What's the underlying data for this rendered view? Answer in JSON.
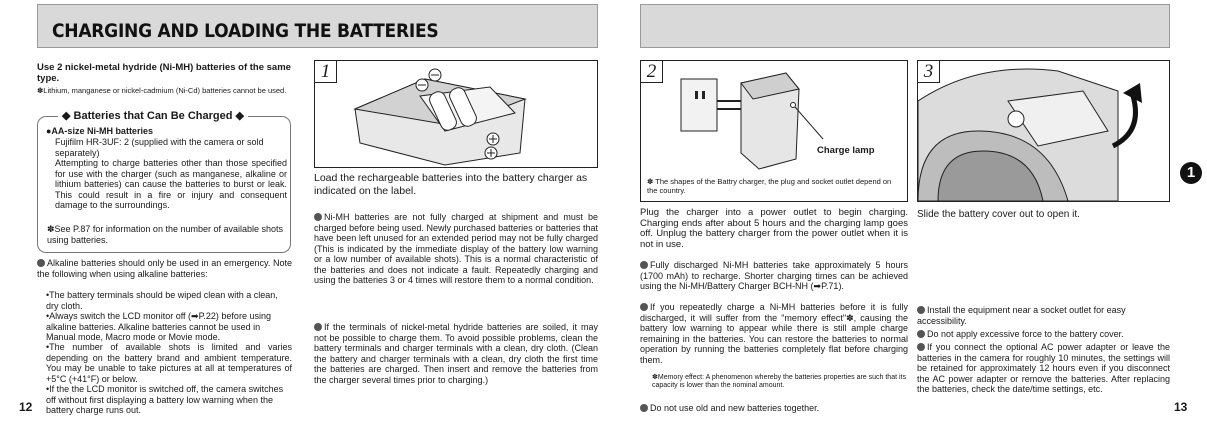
{
  "left_page": {
    "title": "CHARGING AND LOADING THE BATTERIES",
    "intro_bold": "Use 2 nickel-metal hydride (Ni-MH) batteries of the same type.",
    "intro_note": "✽Lithium, manganese or nickel-cadmium (Ni-Cd) batteries cannot be used.",
    "box_title": "◆ Batteries that Can Be Charged ◆",
    "box_item_title": "●AA-size Ni-MH batteries",
    "box_item_text": "Fujifilm HR-3UF: 2 (supplied with the camera or sold separately)",
    "box_warning": "Attempting to charge batteries other than those specified for use with the charger (such as manganese, alkaline or lithium batteries) can cause the batteries to burst or leak. This could result in a fire or injury and consequent damage to the surroundings.",
    "box_see": "✽See P.87 for information on the number of available shots using batteries.",
    "alkaline_intro": "Alkaline batteries should only be used in an emergency. Note the following when using alkaline batteries:",
    "alkaline_1": "•The battery terminals should be wiped clean with a clean, dry cloth.",
    "alkaline_2": "•Always switch the LCD monitor off (➡P.22) before using alkaline batteries. Alkaline batteries cannot be used in Manual mode, Macro mode or Movie mode.",
    "alkaline_3": "•The number of available shots is limited and varies depending on the battery brand and ambient temperature. You may be unable to take pictures at all at temperatures of +5°C (+41°F) or below.",
    "alkaline_4": "•If the the LCD monitor is switched off, the camera switches off without first displaying a battery low warning when the battery charge runs out.",
    "page_number": "12",
    "step1_number": "1",
    "step1_text": "Load the rechargeable batteries into the battery charger as indicated on the label.",
    "note1": "Ni-MH batteries are not fully charged at shipment and must be charged before being used. Newly purchased batteries or batteries that have been left unused for an extended period may not be fully charged (This is indicated by the immediate display of the battery low warning or a low number of available shots). This is a normal characteristic of the batteries and does not indicate a fault. Repeatedly charging and using the batteries 3 or 4 times will restore them to a normal condition.",
    "note2": "If the terminals of nickel-metal hydride batteries are soiled, it may not be possible to charge them. To avoid possible problems, clean the battery terminals and charger terminals with a clean, dry cloth. (Clean the battery and charger terminals with a clean, dry cloth the  first time the batteries are charged. Then insert and remove the batteries from the charger several times prior to charging.)"
  },
  "right_page": {
    "step2_number": "2",
    "charge_lamp_label": "Charge lamp",
    "step2_figure_note": "✽ The shapes of the Battry charger, the plug and socket outlet depend on the country.",
    "step2_text": "Plug the charger into a power outlet to begin charging. Charging ends after about 5 hours and the charging lamp goes off. Unplug the battery charger from the power outlet when it is not in use.",
    "step2_note1": "Fully discharged Ni-MH batteries take approximately 5 hours (1700 mAh) to recharge. Shorter charging times can be achieved using the Ni-MH/Battery Charger BCH-NH (➡P.71).",
    "step2_note2": "If you repeatedly charge a Ni-MH batteries before it is fully discharged, it will suffer from the \"memory effect\"✽, causing the battery low warning to appear while there is still ample charge remaining in the batteries. You can restore the batteries to normal operation by running the batteries completely flat before charging them.",
    "memory_effect_note": "✽Memory effect: A phenomenon whereby the batteries properties are such that its capacity is lower than the nominal amount.",
    "step2_note3": "Do not use old and new batteries together.",
    "step3_number": "3",
    "step3_text": "Slide the battery cover out to open it.",
    "step3_note1": "Install the equipment near a socket outlet for easy accessibility.",
    "step3_note2": "Do not apply excessive force to the battery cover.",
    "step3_note3": "If you connect the optional AC power adapter or leave the batteries in the camera for roughly 10 minutes, the settings will be retained for approximately 12 hours even if you disconnect the AC power adapter or remove the batteries. After replacing the batteries, check the date/time settings, etc.",
    "chapter_number": "1",
    "page_number": "13"
  }
}
